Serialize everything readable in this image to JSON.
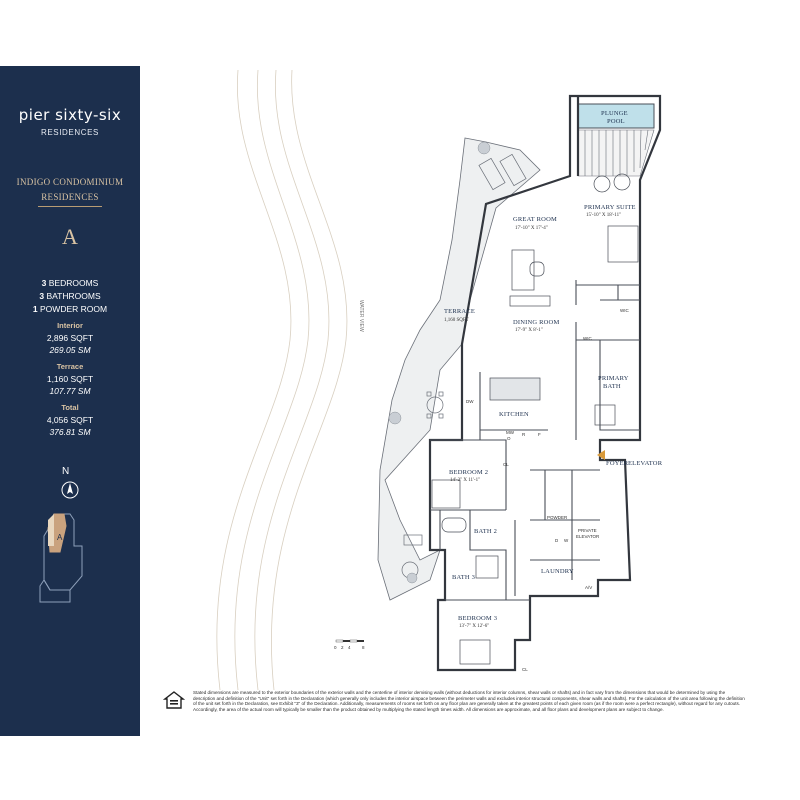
{
  "brand": {
    "logo": "pier sixty-six",
    "subtitle": "RESIDENCES"
  },
  "collection": {
    "line1": "INDIGO CONDOMINIUM",
    "line2": "RESIDENCES"
  },
  "unit": {
    "letter": "A"
  },
  "stats": {
    "bedrooms_count": "3",
    "bedrooms_label": "BEDROOMS",
    "bathrooms_count": "3",
    "bathrooms_label": "BATHROOMS",
    "powder_count": "1",
    "powder_label": "POWDER ROOM",
    "interior_label": "Interior",
    "interior_sqft": "2,896 SQFT",
    "interior_sm": "269.05 SM",
    "terrace_label": "Terrace",
    "terrace_sqft": "1,160 SQFT",
    "terrace_sm": "107.77 SM",
    "total_label": "Total",
    "total_sqft": "4,056 SQFT",
    "total_sm": "376.81 SM"
  },
  "compass": {
    "label": "N"
  },
  "keyplan": {
    "letter": "A"
  },
  "water_view": "WATER VIEW",
  "rooms": {
    "plunge_pool_1": "PLUNGE",
    "plunge_pool_2": "POOL",
    "great_room": "GREAT ROOM",
    "great_room_dim": "17'-10\" X 17'-4\"",
    "primary_suite": "PRIMARY SUITE",
    "primary_suite_dim": "15'-10\" X 18'-11\"",
    "terrace": "TERRACE",
    "terrace_area": "1,160 SQFT",
    "dining_room": "DINING ROOM",
    "dining_room_dim": "17'-9\" X 8'-1\"",
    "wic_1": "WIC",
    "wic_2": "WIC",
    "primary_bath_1": "PRIMARY",
    "primary_bath_2": "BATH",
    "dw": "DW",
    "kitchen": "KITCHEN",
    "mw": "MW",
    "o": "O",
    "r": "R",
    "f": "F",
    "bedroom2": "BEDROOM 2",
    "bedroom2_dim": "14'-2\" X 11'-1\"",
    "cl_b2": "CL",
    "foyer": "FOYER",
    "elevator": "ELEVATOR",
    "bath2": "BATH 2",
    "powder": "POWDER",
    "private_elevator_1": "PRIVATE",
    "private_elevator_2": "ELEVATOR",
    "d": "D",
    "w": "W",
    "laundry": "LAUNDRY",
    "bath3": "BATH 3",
    "av": "A/V",
    "bedroom3": "BEDROOM 3",
    "bedroom3_dim": "13'-7\" X 12'-6\"",
    "cl_b3": "CL"
  },
  "scale_bar": {
    "marks": [
      "0",
      "2",
      "4",
      "8"
    ]
  },
  "disclaimer": "Stated dimensions are measured to the exterior boundaries of the exterior walls and the centerline of interior demising walls (without deductions for interior columns, shear walls or shafts) and in fact vary from the dimensions that would be determined by using the description and definition of the \"Unit\" set forth in the Declaration (which generally only includes the interior airspace between the perimeter walls and excludes interior structural components, shear walls and shafts). For the calculation of the unit area following the definition of the unit set forth in the Declaration, see Exhibit \"3\" of the Declaration. Additionally, measurements of rooms set forth on any floor plan are generally taken at the greatest points of each given room (as if the room were a perfect rectangle), without regard for any cutouts. Accordingly, the area of the actual room will typically be smaller than the product obtained by multiplying the stated length times width. All dimensions are approximate, and all floor plans and development plans are subject to change.",
  "colors": {
    "navy": "#1c2f4d",
    "gold": "#d9c3a3",
    "pool": "#bfe0ea",
    "stroke": "#4a4f58",
    "landscape": "#e6e8ea"
  }
}
